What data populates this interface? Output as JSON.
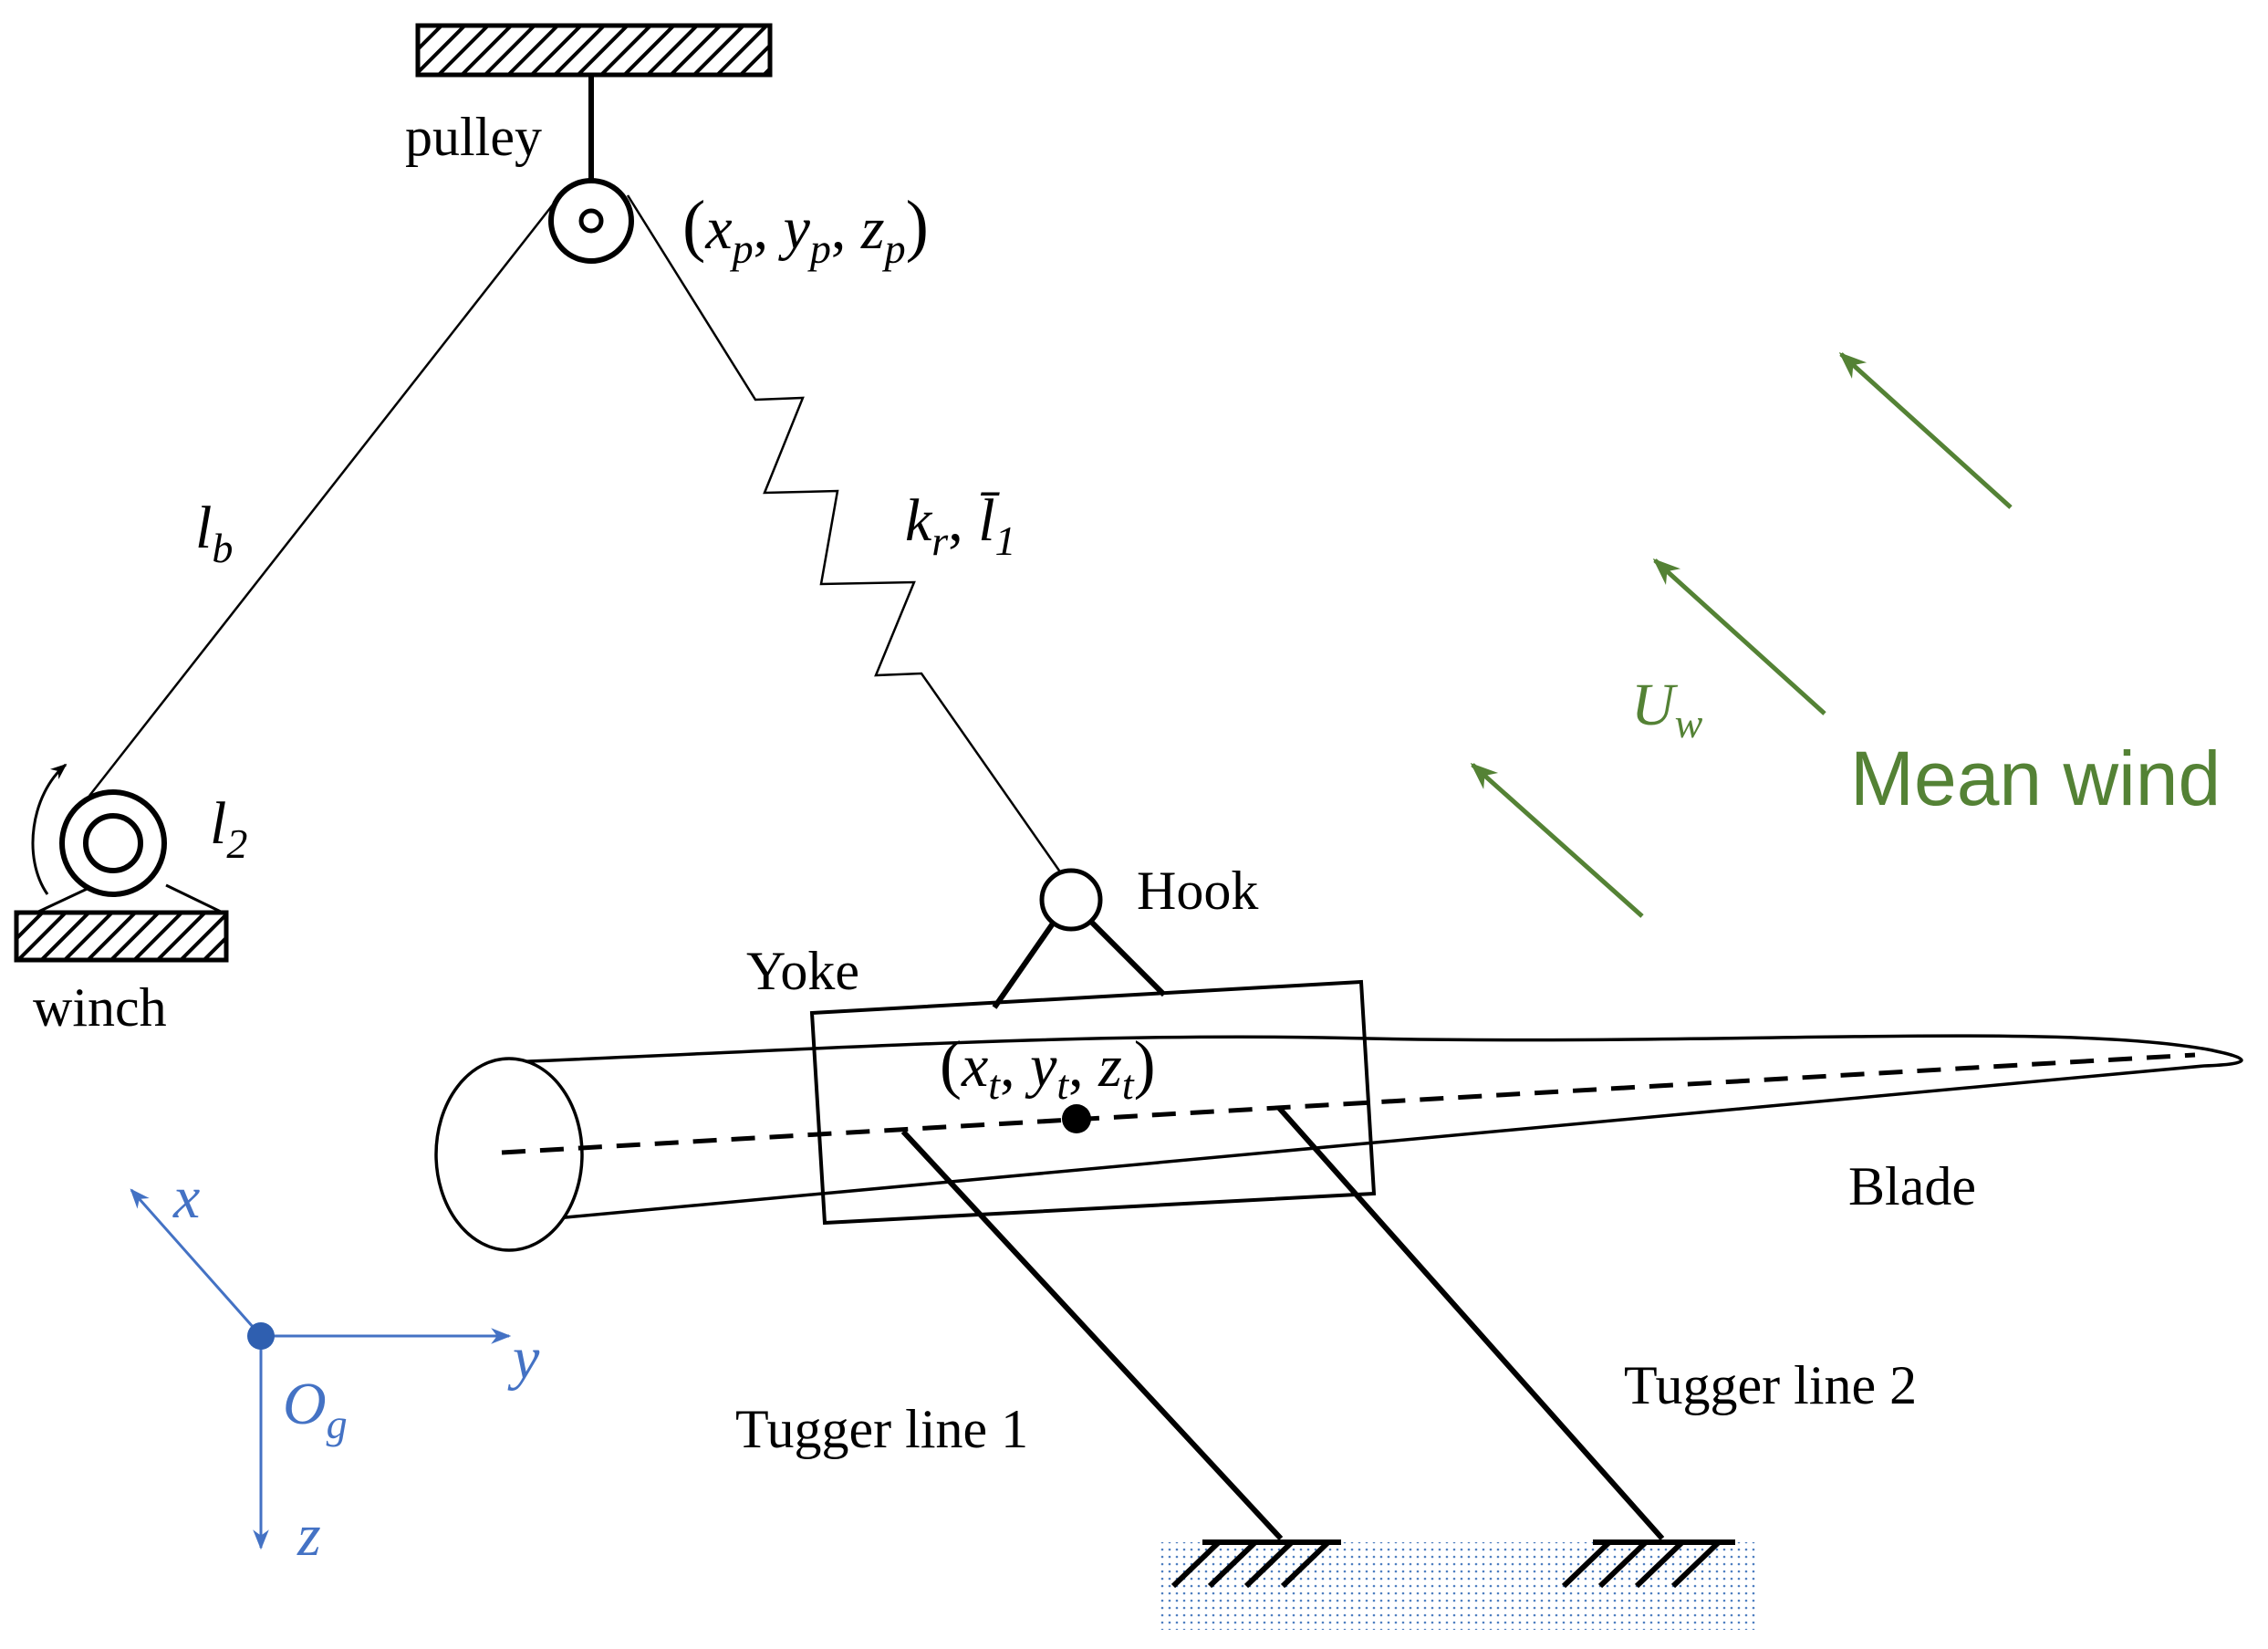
{
  "labels": {
    "pulley": "pulley",
    "winch": "winch",
    "hook": "Hook",
    "yoke": "Yoke",
    "blade": "Blade",
    "tugger_line_1": "Tugger line 1",
    "tugger_line_2": "Tugger line 2",
    "mean_wind": "Mean wind"
  },
  "math": {
    "pulley_coords": {
      "open": "(",
      "x": "x",
      "xs": "p",
      "y": "y",
      "ys": "p",
      "z": "z",
      "zs": "p",
      "close": ")"
    },
    "boom_length": {
      "base": "l",
      "sub": "b"
    },
    "winch_length": {
      "base": "l",
      "sub": "2"
    },
    "spring": {
      "k": "k",
      "ks": "r",
      "sep": ", ",
      "l": "l̄",
      "ls": "1"
    },
    "wind_speed": {
      "base": "U",
      "sub": "w"
    },
    "yoke_coords": {
      "open": "(",
      "x": "x",
      "xs": "t",
      "y": "y",
      "ys": "t",
      "z": "z",
      "zs": "t",
      "close": ")"
    },
    "origin": {
      "base": "O",
      "sub": "g"
    },
    "axes": {
      "x": "x",
      "y": "y",
      "z": "z"
    }
  },
  "colors": {
    "wind": "#548235",
    "axes": "#4472c4",
    "structure": "#000000"
  }
}
